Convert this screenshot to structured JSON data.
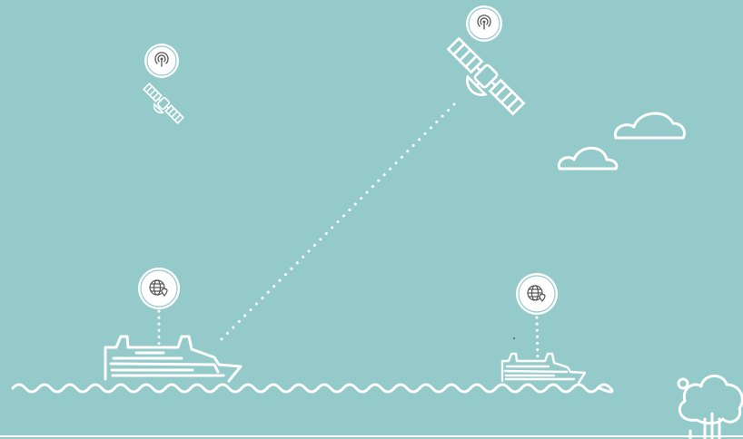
{
  "scene": {
    "background_color": "#95CACA",
    "line_color": "#FFFFFF",
    "icon_color": "#555555",
    "icons": {
      "satellite_badge": "antenna-signal-icon",
      "ship_badge": "globe-location-icon"
    },
    "elements": [
      "small-satellite",
      "large-satellite",
      "cloud-upper",
      "cloud-lower",
      "large-cruise-ship",
      "small-cruise-ship",
      "ocean-waves",
      "tree"
    ]
  }
}
